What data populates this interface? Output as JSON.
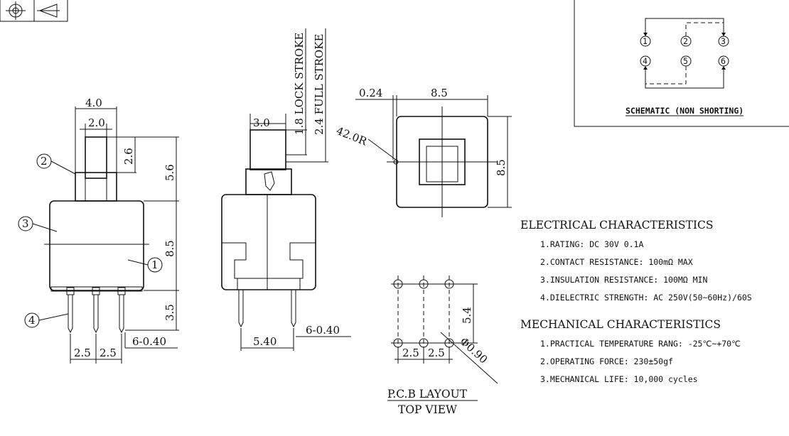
{
  "projection": {
    "symbol_name": "third-angle-projection-symbol"
  },
  "side_view": {
    "dims": {
      "top_w": "4.0",
      "act_w": "2.0",
      "act_h": "2.6",
      "total_top": "5.6",
      "body_h": "8.5",
      "pin_h": "3.5",
      "pin_spec": "6-0.40",
      "pitch1": "2.5",
      "pitch2": "2.5"
    },
    "callouts": [
      "2",
      "3",
      "1",
      "4"
    ]
  },
  "front_view": {
    "dims": {
      "act_w": "3.0",
      "lock_stroke": "1.8 LOCK STROKE",
      "full_stroke": "2.4 FULL STROKE",
      "pin_span": "5.40",
      "pin_spec": "6-0.40"
    }
  },
  "top_view": {
    "dims": {
      "offset": "0.24",
      "width": "8.5",
      "height": "8.5",
      "radius": "42.0R"
    }
  },
  "pcb": {
    "dims": {
      "row_gap": "5.4",
      "pitch1": "2.5",
      "pitch2": "2.5",
      "hole": "Φ0.90"
    },
    "title": "P.C.B LAYOUT",
    "subtitle": "TOP VIEW"
  },
  "schematic": {
    "pins": [
      "1",
      "2",
      "3",
      "4",
      "5",
      "6"
    ],
    "caption": "SCHEMATIC (NON SHORTING)"
  },
  "electrical": {
    "heading": "ELECTRICAL CHARACTERISTICS",
    "items": [
      "1.RATING: DC 30V 0.1A",
      "2.CONTACT RESISTANCE: 100mΩ MAX",
      "3.INSULATION RESISTANCE: 100MΩ MIN",
      "4.DIELECTRIC STRENGTH: AC 250V(50~60Hz)/60S"
    ]
  },
  "mechanical": {
    "heading": "MECHANICAL CHARACTERISTICS",
    "items": [
      "1.PRACTICAL TEMPERATURE RANG: -25℃~+70℃",
      "2.OPERATING FORCE: 230±50gf",
      "3.MECHANICAL LIFE: 10,000 cycles"
    ]
  }
}
